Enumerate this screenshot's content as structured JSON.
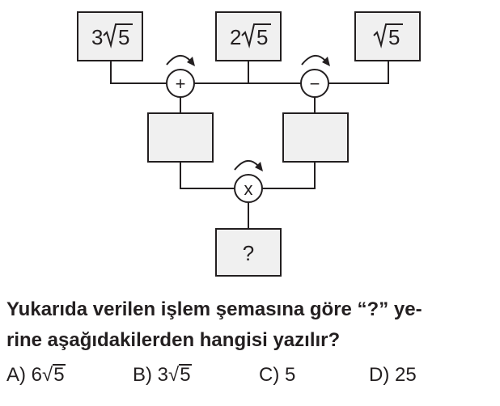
{
  "diagram": {
    "top_boxes": [
      {
        "coef": "3",
        "radicand": "5"
      },
      {
        "coef": "2",
        "radicand": "5"
      },
      {
        "coef": "",
        "radicand": "5"
      }
    ],
    "operators": {
      "left": "+",
      "right": "−",
      "bottom": "x"
    },
    "result_box": "?"
  },
  "question": {
    "line1": "Yukarıda verilen işlem şemasına göre “?” ye-",
    "line2": "rine aşağıdakilerden hangisi yazılır?"
  },
  "choices": [
    {
      "letter": "A)",
      "coef": "6",
      "radicand": "5",
      "plain": ""
    },
    {
      "letter": "B)",
      "coef": "3",
      "radicand": "5",
      "plain": ""
    },
    {
      "letter": "C)",
      "coef": "",
      "radicand": "",
      "plain": "5"
    },
    {
      "letter": "D)",
      "coef": "",
      "radicand": "",
      "plain": "25"
    }
  ]
}
